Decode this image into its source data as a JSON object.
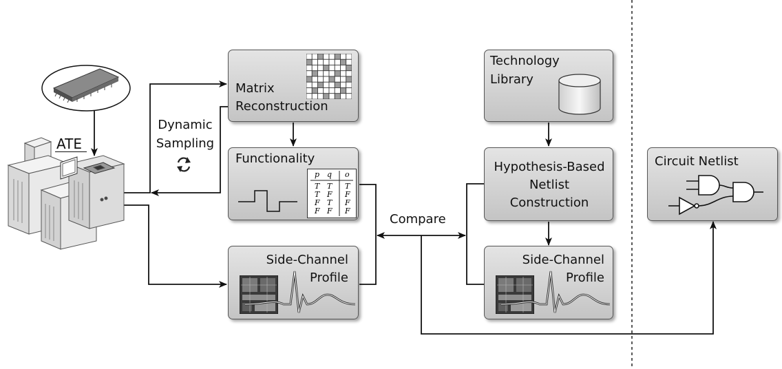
{
  "labels": {
    "matrix_reconstruction": [
      "Matrix",
      "Reconstruction"
    ],
    "functionality": "Functionality",
    "side_channel_profile_left": [
      "Side-Channel",
      "Profile"
    ],
    "technology_library": [
      "Technology",
      "Library"
    ],
    "hypothesis_netlist": [
      "Hypothesis-Based",
      "Netlist",
      "Construction"
    ],
    "side_channel_profile_right": [
      "Side-Channel",
      "Profile"
    ],
    "circuit_netlist": "Circuit Netlist",
    "ate": "ATE",
    "dynamic_sampling": [
      "Dynamic",
      "Sampling"
    ],
    "compare": "Compare"
  },
  "truth_table": {
    "headers": [
      "p",
      "q",
      "o"
    ],
    "rows": [
      [
        "T",
        "T",
        "T"
      ],
      [
        "T",
        "F",
        "F"
      ],
      [
        "F",
        "T",
        "F"
      ],
      [
        "F",
        "F",
        "F"
      ]
    ]
  },
  "colors": {
    "box_fill_top": "#e4e4e4",
    "box_fill_bottom": "#c4c4c4",
    "box_border": "#555555",
    "line": "#111111"
  },
  "icons": [
    "chip-icon",
    "ate-tester-icon",
    "refresh-icon",
    "matrix-grid-icon",
    "pulse-waveform-icon",
    "database-cylinder-icon",
    "die-photo-icon",
    "power-trace-icon",
    "logic-gates-icon"
  ]
}
